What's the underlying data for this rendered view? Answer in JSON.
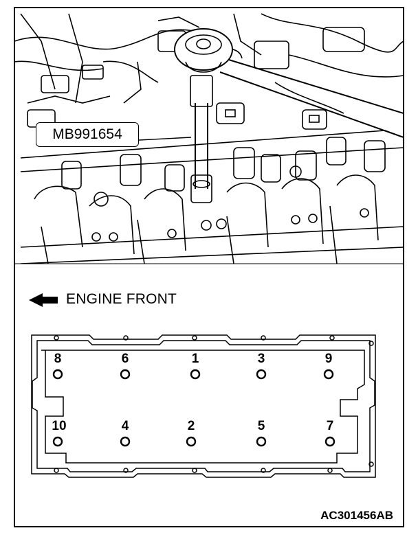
{
  "callout": {
    "tool_label": "MB991654"
  },
  "direction": {
    "label": "ENGINE FRONT",
    "arrow_icon": "left-arrow-icon"
  },
  "bolts": [
    {
      "num": "8"
    },
    {
      "num": "6"
    },
    {
      "num": "1"
    },
    {
      "num": "3"
    },
    {
      "num": "9"
    },
    {
      "num": "10"
    },
    {
      "num": "4"
    },
    {
      "num": "2"
    },
    {
      "num": "5"
    },
    {
      "num": "7"
    }
  ],
  "figure_code": "AC301456AB",
  "colors": {
    "line": "#000000",
    "background": "#ffffff"
  }
}
